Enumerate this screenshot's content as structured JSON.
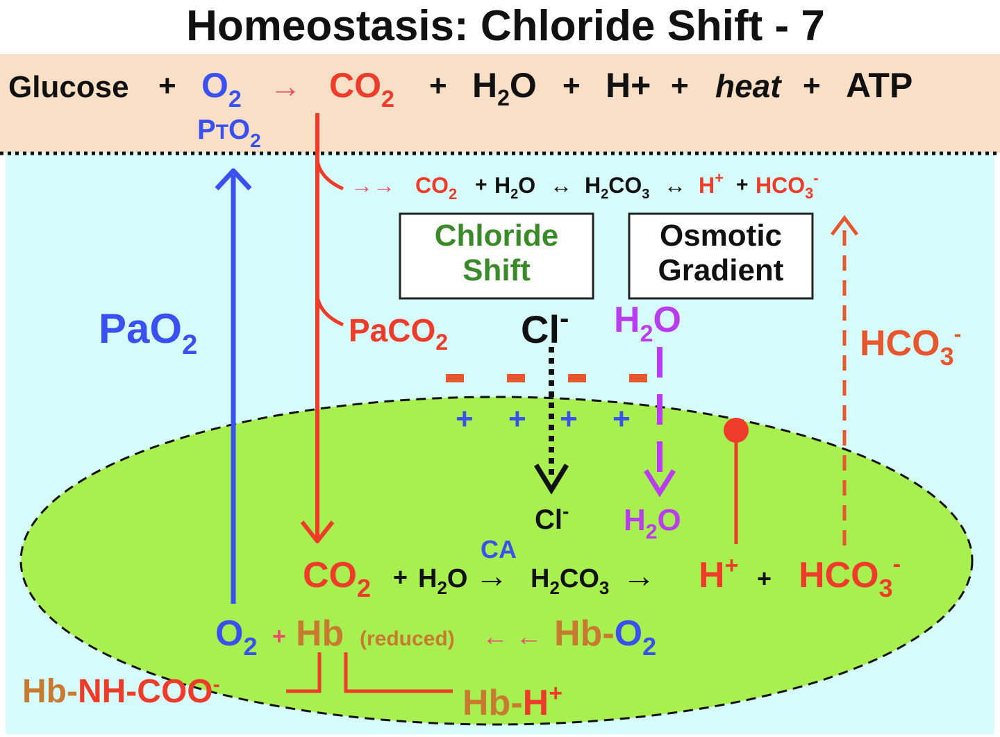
{
  "title": "Homeostasis: Chloride Shift - 7",
  "colors": {
    "tissue_band": "#f9dfc6",
    "plasma": "#d6fbfb",
    "rbc": "#a8f050",
    "red": "#ee3b2a",
    "orange": "#e8562e",
    "blue": "#3b50f0",
    "green": "#3a8a2a",
    "purple": "#b93cf0",
    "brown": "#c87a30",
    "pink": "#e8506a",
    "black": "#111111"
  },
  "top_equation": {
    "glucose": "Glucose",
    "plus": "+",
    "o2": "O",
    "o2_sub": "2",
    "arrow": "→",
    "co2": "CO",
    "co2_sub": "2",
    "h2o_h": "H",
    "h2o_sub": "2",
    "h2o_o": "O",
    "hplus": "H+",
    "heat": "heat",
    "atp": "ATP"
  },
  "pto2": {
    "p": "P",
    "t": "T",
    "o": "O",
    "sub": "2"
  },
  "plasma_equation": {
    "arrows": "→→",
    "co2": "CO",
    "co2_sub": "2",
    "plus": "+",
    "h2o_h": "H",
    "h2o_sub": "2",
    "h2o_o": "O",
    "rev": "↔",
    "h2co3_h": "H",
    "h2co3_sub2": "2",
    "h2co3_co": "CO",
    "h2co3_sub3": "3",
    "h": "H",
    "h_sup": "+",
    "hco3": "HCO",
    "hco3_sub": "3",
    "hco3_sup": "-"
  },
  "boxes": {
    "chloride_line1": "Chloride",
    "chloride_line2": "Shift",
    "osmotic_line1": "Osmotic",
    "osmotic_line2": "Gradient"
  },
  "labels": {
    "pao2": "PaO",
    "pao2_sub": "2",
    "paco2": "PaCO",
    "paco2_sub": "2",
    "cl": "Cl",
    "cl_sup": "-",
    "h2o_h": "H",
    "h2o_sub": "2",
    "h2o_o": "O",
    "hco3": "HCO",
    "hco3_sub": "3",
    "hco3_sup": "-",
    "minus": "-",
    "plus": "+"
  },
  "rbc_equation": {
    "ca": "CA",
    "co2": "CO",
    "co2_sub": "2",
    "plus": "+",
    "h2o_h": "H",
    "h2o_sub": "2",
    "h2o_o": "O",
    "arrow": "→",
    "h2co3_h": "H",
    "h2co3_sub2": "2",
    "h2co3_co": "CO",
    "h2co3_sub3": "3",
    "h": "H",
    "h_sup": "+",
    "hco3": "HCO",
    "hco3_sub": "3",
    "hco3_sup": "-"
  },
  "hb": {
    "o2": "O",
    "o2_sub": "2",
    "plus": "+",
    "hb": "Hb",
    "reduced": "(reduced)",
    "arrows": "← ←",
    "hbo2_hb": "Hb-",
    "hbo2_o": "O",
    "hbo2_sub": "2",
    "carbamino_hb": "Hb-",
    "carbamino_rest": "NH-COO",
    "carbamino_sup": "-",
    "hbh_hb": "Hb-",
    "hbh_h": "H",
    "hbh_sup": "+"
  }
}
